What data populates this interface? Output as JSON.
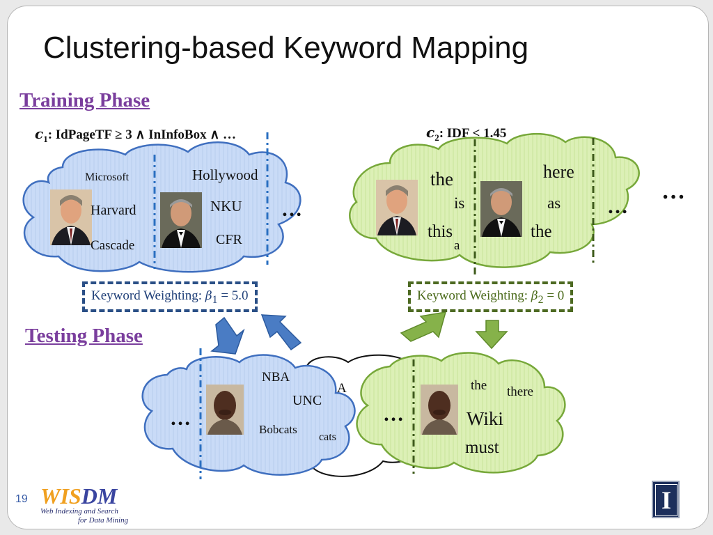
{
  "slide": {
    "title": "Clustering-based Keyword Mapping",
    "page_number": "19"
  },
  "training": {
    "label": "Training Phase",
    "cond1": {
      "var": "c",
      "sub": "1",
      "text": ":  IdPageTF  ≥ 3 ∧ InInfoBox  ∧  …"
    },
    "cond2": {
      "var": "c",
      "sub": "2",
      "text": ":  IDF < 1.45"
    },
    "cloud1": {
      "col1": [
        "Microsoft",
        "Harvard",
        "Cascade"
      ],
      "col2": [
        "Hollywood",
        "NKU",
        "CFR"
      ],
      "ellipsis": "…"
    },
    "cloud2": {
      "col1": [
        "the",
        "is",
        "this",
        "a"
      ],
      "col2": [
        "here",
        "as",
        "the"
      ],
      "ellipsis": "…"
    },
    "more": "…",
    "weight1": {
      "label": "Keyword Weighting: ",
      "beta": "β",
      "sub": "1",
      "value": " = 5.0"
    },
    "weight2": {
      "label": "Keyword Weighting: ",
      "beta": "β",
      "sub": "2",
      "value": " = 0"
    }
  },
  "testing": {
    "label": "Testing Phase",
    "cloud_blue": {
      "words": [
        "NBA",
        "UNC",
        "Bobcats"
      ],
      "ellipsis": "…"
    },
    "cloud_white": {
      "words": [
        "A",
        "cats"
      ]
    },
    "cloud_green": {
      "words": [
        "the",
        "there",
        "Wiki",
        "must"
      ],
      "ellipsis": "…"
    }
  },
  "logo": {
    "main_a": "WIS",
    "main_b": "DM",
    "sub1": "Web Indexing and Search",
    "sub2": "for Data Mining"
  },
  "uiuc_letter": "I",
  "colors": {
    "blue_cloud": "#c9dbf7",
    "blue_stroke": "#3f6fbf",
    "green_cloud": "#d8efb0",
    "green_stroke": "#77a83a",
    "title_purple": "#7a3e9d"
  }
}
